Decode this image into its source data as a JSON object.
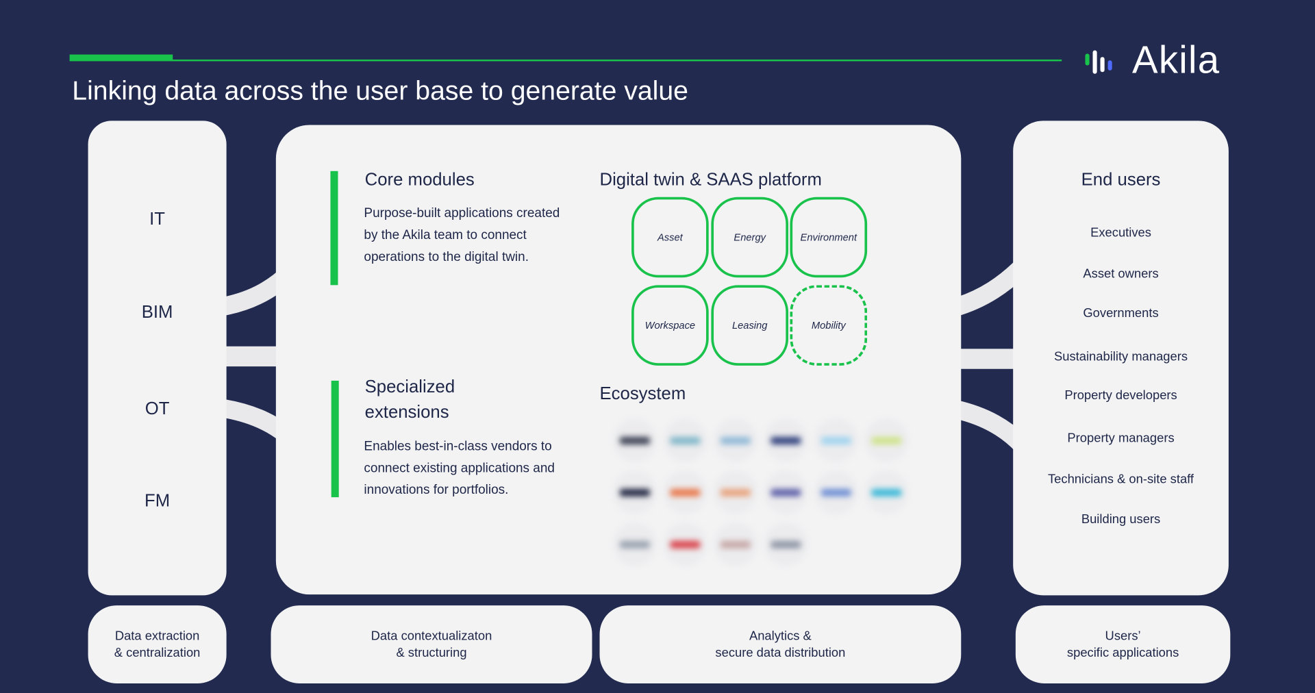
{
  "header": {
    "title": "Linking data across the user base to generate value",
    "brand": "Akila"
  },
  "sources": {
    "items": [
      "IT",
      "BIM",
      "OT",
      "FM"
    ]
  },
  "core_modules": {
    "heading": "Core modules",
    "description": [
      "Purpose-built applications created",
      "by the Akila team to connect",
      "operations to the digital twin."
    ]
  },
  "specialized_extensions": {
    "heading": [
      "Specialized",
      "extensions"
    ],
    "description": [
      "Enables best-in-class vendors to",
      "connect existing applications and",
      "innovations for portfolios."
    ]
  },
  "platform": {
    "heading": "Digital twin & SAAS platform",
    "modules": [
      {
        "label": "Asset",
        "style": "solid"
      },
      {
        "label": "Energy",
        "style": "solid"
      },
      {
        "label": "Environment",
        "style": "solid"
      },
      {
        "label": "Workspace",
        "style": "solid"
      },
      {
        "label": "Leasing",
        "style": "solid"
      },
      {
        "label": "Mobility",
        "style": "dashed"
      }
    ]
  },
  "ecosystem": {
    "heading": "Ecosystem",
    "partner_logo_colors": [
      "#3a3f52",
      "#7fb6c8",
      "#8fb8d6",
      "#2e3f7c",
      "#9fd3ef",
      "#cfe38a",
      "#1f2440",
      "#e9774a",
      "#e8a27c",
      "#5d5fa8",
      "#6f8fd4",
      "#39b8d8",
      "#9aa3b0",
      "#d9434b",
      "#c7a7a7",
      "#8f96a6"
    ]
  },
  "end_users": {
    "heading": "End users",
    "items": [
      "Executives",
      "Asset owners",
      "Governments",
      "Sustainability managers",
      "Property developers",
      "Property managers",
      "Technicians & on-site staff",
      "Building users"
    ]
  },
  "stages": [
    {
      "lines": [
        "Data extraction",
        "& centralization"
      ]
    },
    {
      "lines": [
        "Data contextualizaton",
        "& structuring"
      ]
    },
    {
      "lines": [
        "Analytics &",
        "secure data distribution"
      ]
    },
    {
      "lines": [
        "Users’",
        "specific applications"
      ]
    }
  ],
  "colors": {
    "background": "#222b4f",
    "accent": "#19c24a",
    "panel": "#f3f3f4",
    "text_dark": "#1e2648"
  }
}
